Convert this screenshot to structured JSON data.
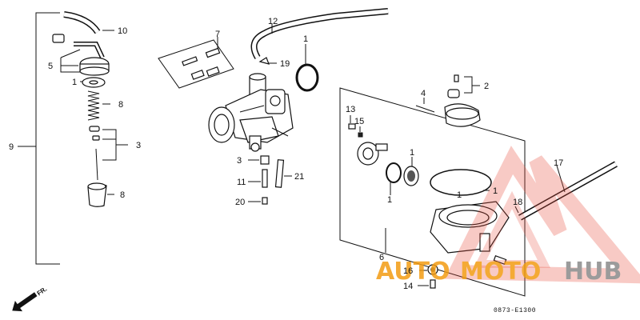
{
  "callouts": {
    "c1a": "1",
    "c1b": "1",
    "c1c": "1",
    "c1d": "1",
    "c1e": "1",
    "c1f": "1",
    "c2": "2",
    "c3a": "3",
    "c3b": "3",
    "c4": "4",
    "c5": "5",
    "c6": "6",
    "c7": "7",
    "c8a": "8",
    "c8b": "8",
    "c9": "9",
    "c10": "10",
    "c11": "11",
    "c12": "12",
    "c13": "13",
    "c14": "14",
    "c15": "15",
    "c16": "16",
    "c17": "17",
    "c18": "18",
    "c19": "19",
    "c20": "20",
    "c21": "21"
  },
  "front_label": "FR.",
  "diagram_code": "0873-E1300",
  "watermark": {
    "part1": "AUTO",
    "part2": "MOTO",
    "part3": "HUB"
  },
  "colors": {
    "watermark_orange": "#f39c12",
    "watermark_gray": "#8a8a8a",
    "watermark_red": "#e74c3c"
  }
}
